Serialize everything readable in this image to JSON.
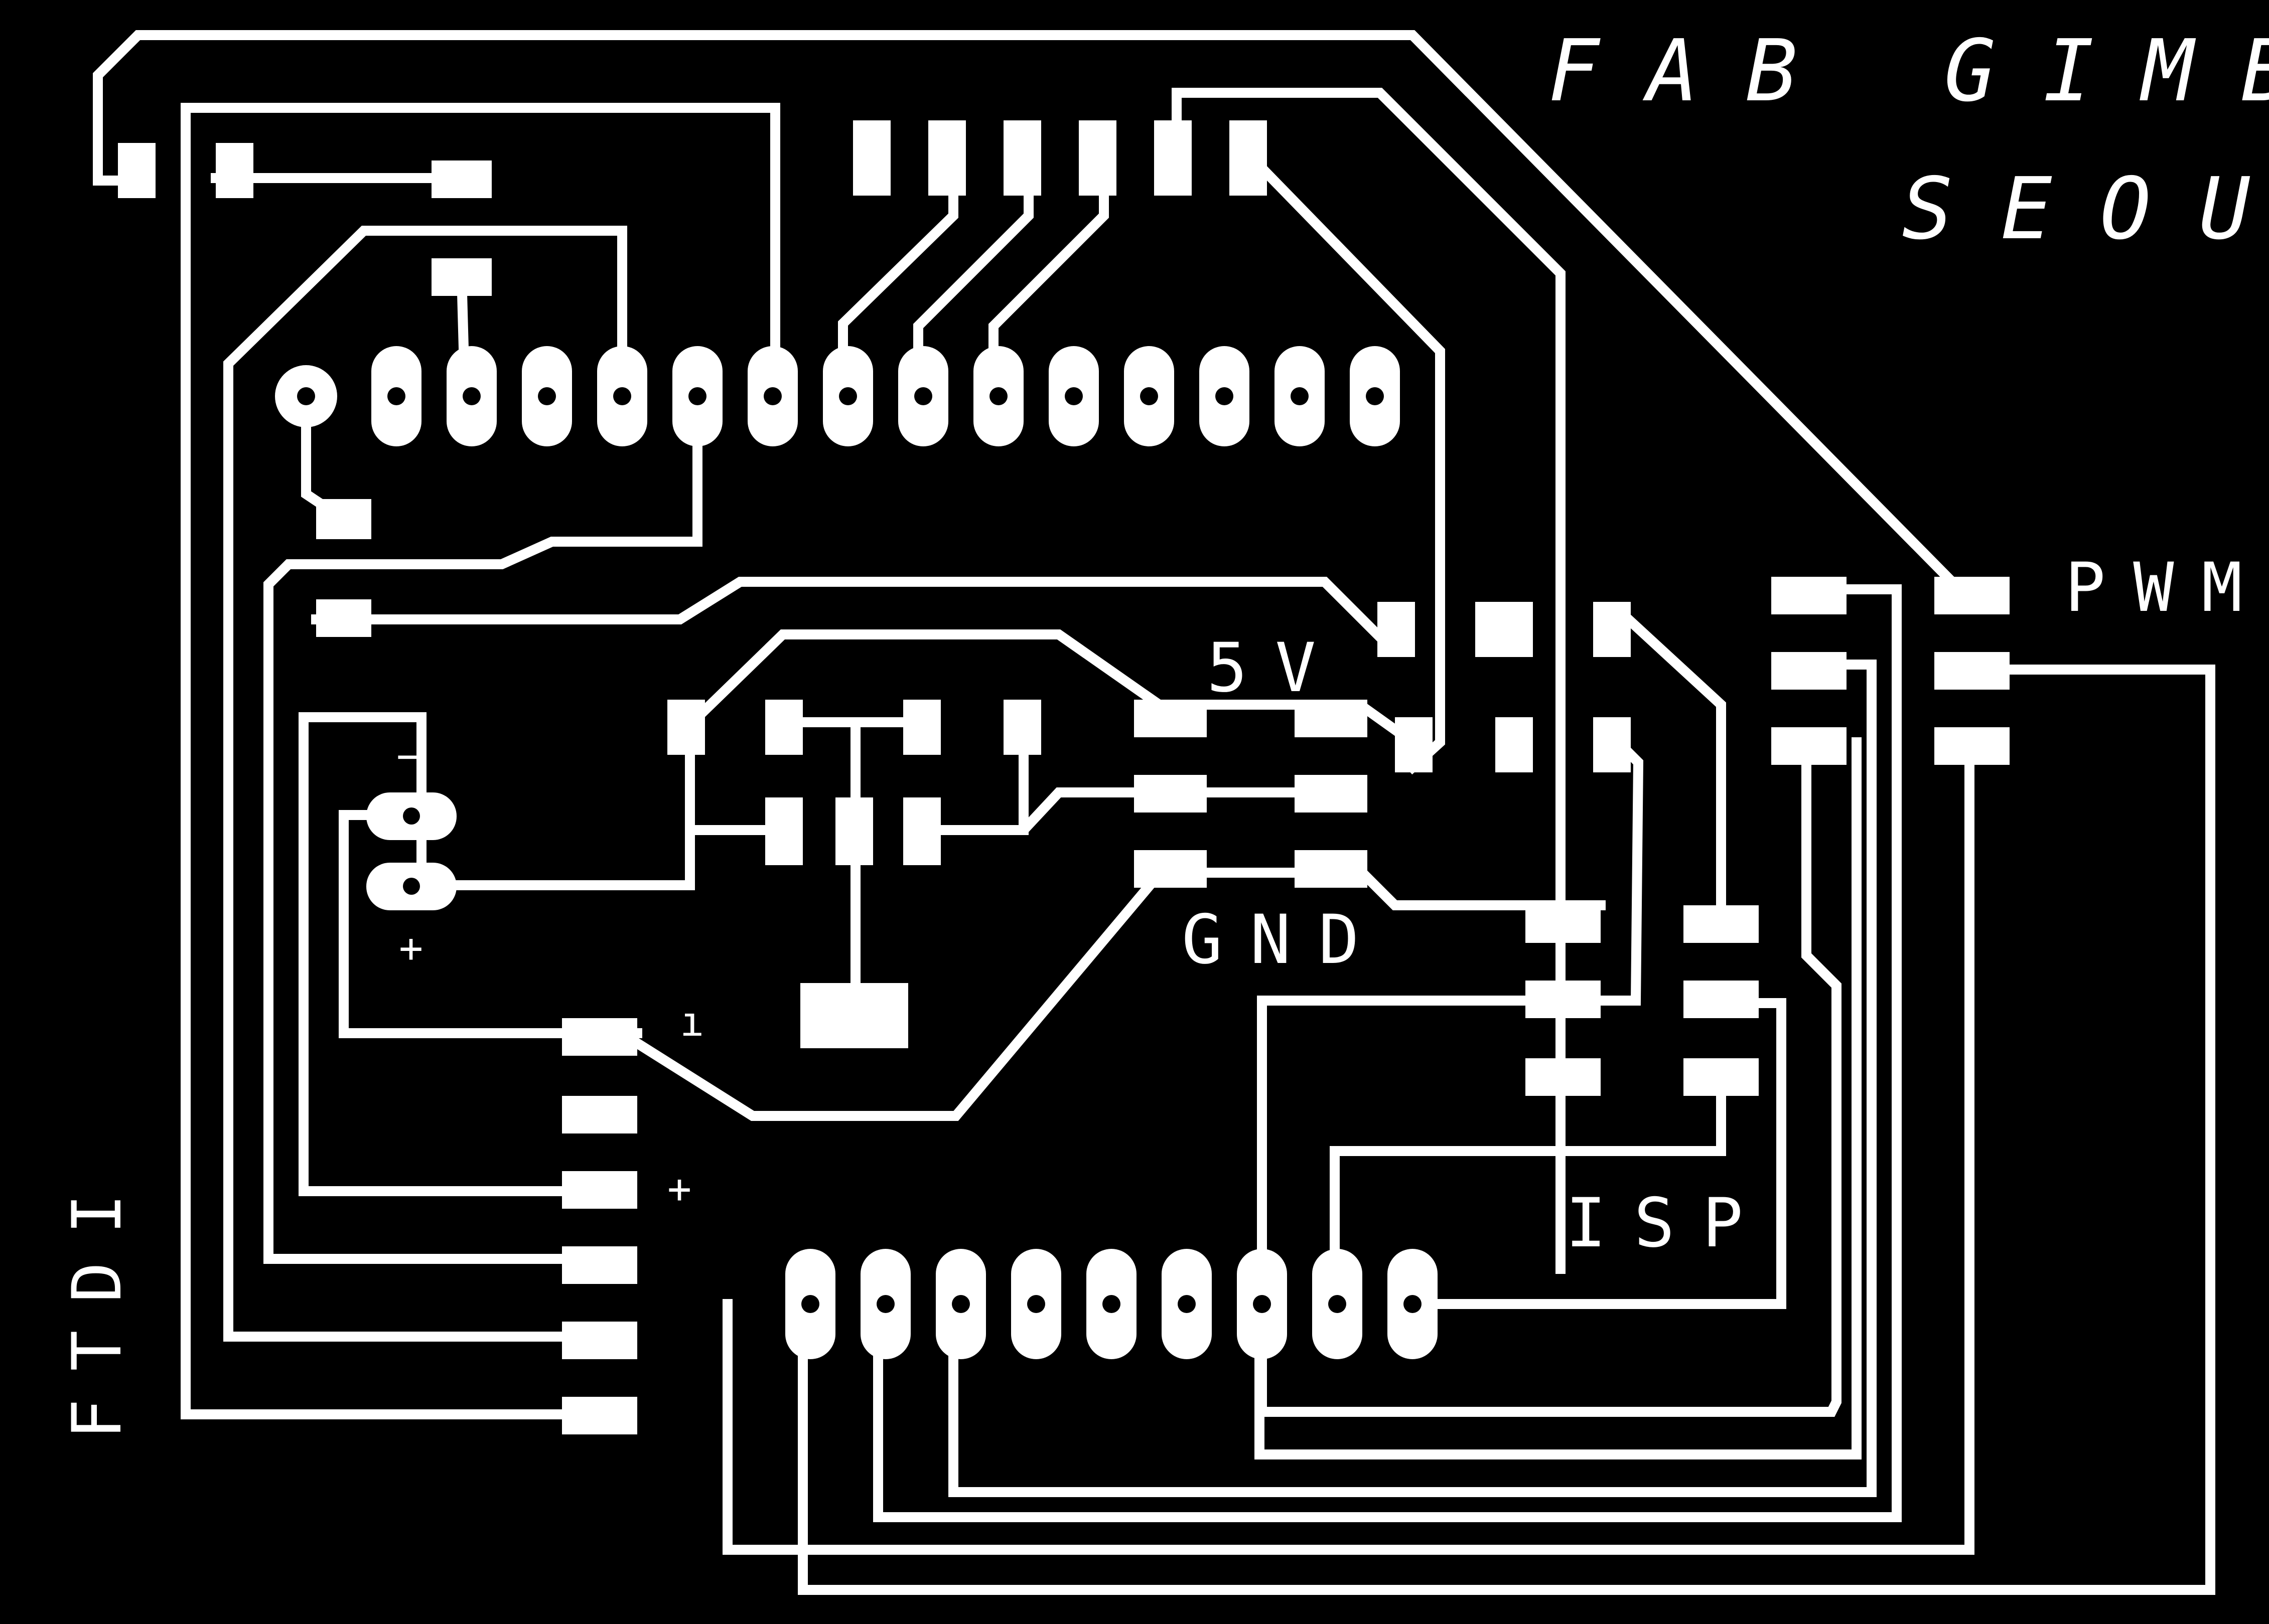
{
  "labels": {
    "title_line1": "FAB GIMBAL",
    "title_line2": "SEOUL",
    "pwm": "PWM",
    "isp": "ISP",
    "v5": "5V",
    "gnd": "GND",
    "ftdi": "FTDI",
    "batt_minus": "−",
    "batt_plus": "+",
    "ftdi_plus": "+",
    "ftdi_pin1": "ı"
  },
  "colors": {
    "background": "#000000",
    "copper": "#ffffff"
  }
}
